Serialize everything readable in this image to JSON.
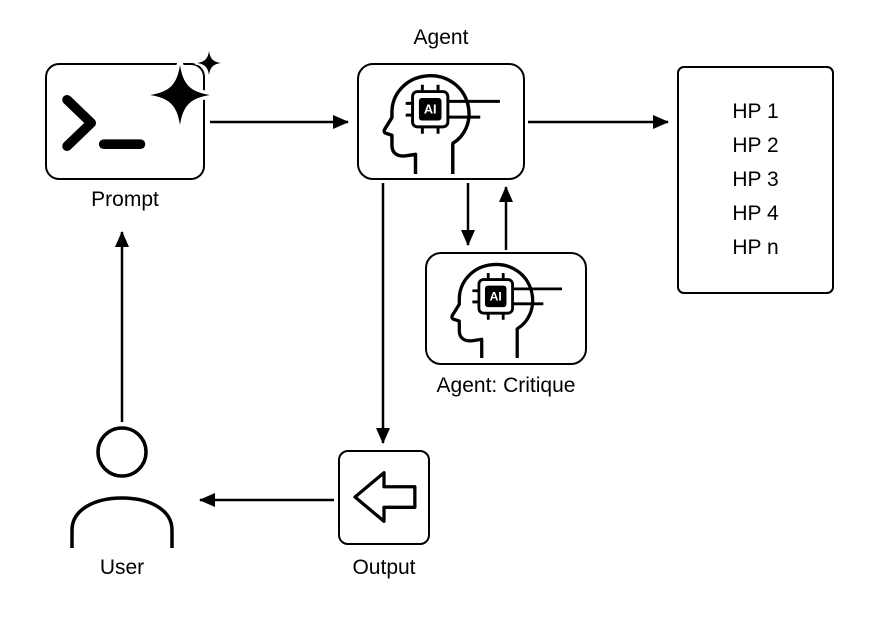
{
  "diagram": {
    "nodes": {
      "prompt": {
        "label": "Prompt"
      },
      "agent": {
        "label": "Agent"
      },
      "critique": {
        "label": "Agent: Critique"
      },
      "output": {
        "label": "Output"
      },
      "user": {
        "label": "User"
      },
      "hyperparameters": {
        "items": [
          "HP 1",
          "HP 2",
          "HP 3",
          "HP 4",
          "HP n"
        ]
      }
    },
    "chip_label": "AI",
    "colors": {
      "stroke": "#000000",
      "background": "#ffffff"
    }
  }
}
